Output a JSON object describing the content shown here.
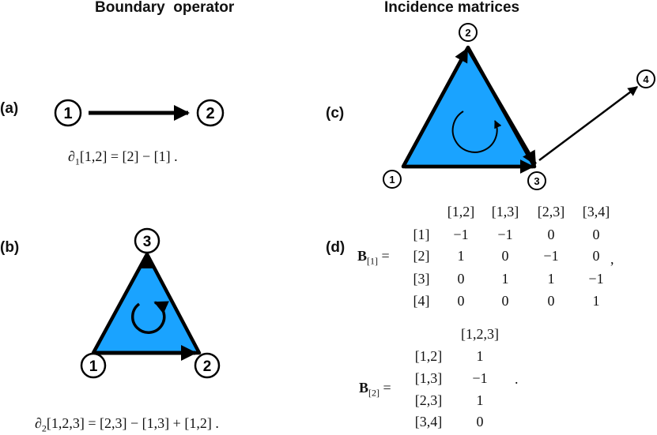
{
  "titles": {
    "left": "Boundary  operator",
    "right": "Incidence matrices"
  },
  "panels": {
    "a": "(a)",
    "b": "(b)",
    "c": "(c)",
    "d": "(d)"
  },
  "nodes": {
    "n1": "1",
    "n2": "2",
    "n3": "3",
    "n4": "4"
  },
  "equations": {
    "a": {
      "op": "∂",
      "sub": "1",
      "text": "[1,2] = [2] − [1] ."
    },
    "b": {
      "op": "∂",
      "sub": "2",
      "text": "[1,2,3] = [2,3] − [1,3] + [1,2] ."
    }
  },
  "matrix1": {
    "label": "B",
    "sub": "[1]",
    "equals": "=",
    "trailing": ",",
    "col_headers": [
      "[1,2]",
      "[1,3]",
      "[2,3]",
      "[3,4]"
    ],
    "row_headers": [
      "[1]",
      "[2]",
      "[3]",
      "[4]"
    ],
    "rows": [
      [
        "−1",
        "−1",
        "0",
        "0"
      ],
      [
        "1",
        "0",
        "−1",
        "0"
      ],
      [
        "0",
        "1",
        "1",
        "−1"
      ],
      [
        "0",
        "0",
        "0",
        "1"
      ]
    ]
  },
  "matrix2": {
    "label": "B",
    "sub": "[2]",
    "equals": "=",
    "trailing": ".",
    "col_headers": [
      "[1,2,3]"
    ],
    "row_headers": [
      "[1,2]",
      "[1,3]",
      "[2,3]",
      "[3,4]"
    ],
    "rows": [
      [
        "1"
      ],
      [
        "−1"
      ],
      [
        "1"
      ],
      [
        "0"
      ]
    ]
  },
  "colors": {
    "triangle_fill": "#1aa3ff",
    "stroke": "#000000"
  }
}
